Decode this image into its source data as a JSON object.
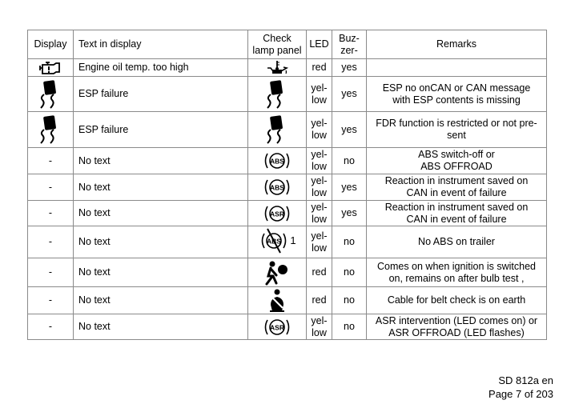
{
  "header": {
    "display": "Display",
    "text_in_display": "Text in display",
    "check_lamp_panel": "Check\nlamp panel",
    "led": "LED",
    "buzzer": "Buz-\nzer-",
    "remarks": "Remarks"
  },
  "rows": [
    {
      "display_icon": "engine-warning-icon",
      "text": "Engine oil temp. too high",
      "lamp_icon": "oil-temperature-icon",
      "led": "red",
      "buzzer": "yes",
      "remarks": ""
    },
    {
      "display_icon": "esp-skid-icon",
      "text": "ESP failure",
      "lamp_icon": "esp-skid-icon",
      "led": "yel-\nlow",
      "buzzer": "yes",
      "remarks": "ESP no onCAN or CAN message\nwith ESP contents is missing"
    },
    {
      "display_icon": "esp-skid-icon",
      "text": "ESP failure",
      "lamp_icon": "esp-skid-icon",
      "led": "yel-\nlow",
      "buzzer": "yes",
      "remarks": "FDR function is restricted or not pre-\nsent"
    },
    {
      "display_icon": "-",
      "text": "No text",
      "lamp_icon": "abs-icon",
      "led": "yel-\nlow",
      "buzzer": "no",
      "remarks": "ABS switch-off or\nABS OFFROAD"
    },
    {
      "display_icon": "-",
      "text": "No text",
      "lamp_icon": "abs-icon",
      "led": "yel-\nlow",
      "buzzer": "yes",
      "remarks": "Reaction in instrument saved on\nCAN in event of failure"
    },
    {
      "display_icon": "-",
      "text": "No text",
      "lamp_icon": "asr-icon",
      "led": "yel-\nlow",
      "buzzer": "yes",
      "remarks": "Reaction in instrument saved on\nCAN in event of failure"
    },
    {
      "display_icon": "-",
      "text": "No text",
      "lamp_icon": "abs-trailer-icon",
      "lamp_suffix": "1",
      "led": "yel-\nlow",
      "buzzer": "no",
      "remarks": "No ABS on trailer"
    },
    {
      "display_icon": "-",
      "text": "No text",
      "lamp_icon": "airbag-icon",
      "led": "red",
      "buzzer": "no",
      "remarks": "Comes on when ignition is switched\non, remains on after bulb test ,"
    },
    {
      "display_icon": "-",
      "text": "No text",
      "lamp_icon": "seatbelt-icon",
      "led": "red",
      "buzzer": "no",
      "remarks": "Cable for belt check is on earth"
    },
    {
      "display_icon": "-",
      "text": "No text",
      "lamp_icon": "asr-icon",
      "led": "yel-\nlow",
      "buzzer": "no",
      "remarks": "ASR intervention (LED comes on) or\nASR OFFROAD (LED flashes)"
    }
  ],
  "footer": {
    "doc_id": "SD 812a en",
    "page": "Page 7 of 203"
  }
}
